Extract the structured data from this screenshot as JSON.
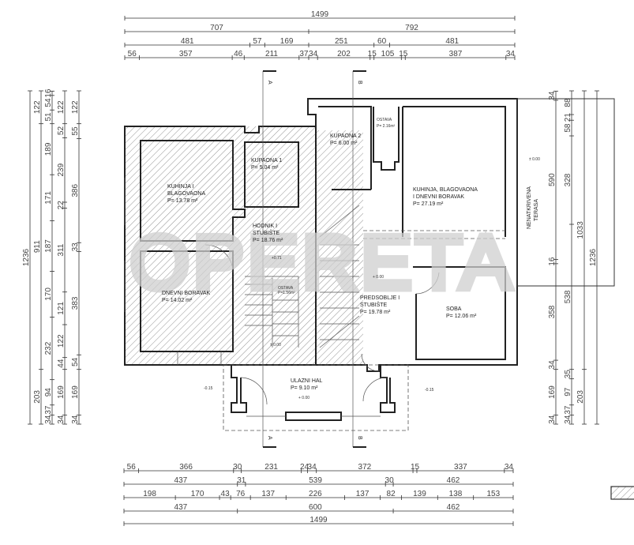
{
  "plan": {
    "watermark": "OPERETA",
    "section_a": "A",
    "section_b": "B",
    "rooms": {
      "kuhinja_left": {
        "name1": "KUHINJA I",
        "name2": "BLAGOVAONA",
        "area": "P= 13.78 m²"
      },
      "kupaona1": {
        "name1": "KUPAONA 1",
        "area": "P= 5.04 m²"
      },
      "hodnik": {
        "name1": "HODNIK I",
        "name2": "STUBIŠTE",
        "area": "P= 18.76 m²"
      },
      "ostava_left": {
        "name1": "OSTAVA",
        "area": "P=1.56m²"
      },
      "dnevni": {
        "name1": "DNEVNI BORAVAK",
        "area": "P= 14.02 m²"
      },
      "ulazni": {
        "name1": "ULAZNI HAL",
        "area": "P= 9.10 m²"
      },
      "kupaona2": {
        "name1": "KUPAONA 2",
        "area": "P= 6.00 m²"
      },
      "ostava_right": {
        "name1": "OSTAVA",
        "area": "P= 2.16m²"
      },
      "kuhinja_right": {
        "name1": "KUHINJA, BLAGOVAONA",
        "name2": "I DNEVNI BORAVAK",
        "area": "P= 27.19 m²"
      },
      "predsoblje": {
        "name1": "PREDSOBLJE I",
        "name2": "STUBIŠTE",
        "area": "P= 19.78 m²"
      },
      "soba": {
        "name1": "SOBA",
        "area": "P= 12.06 m²"
      },
      "terasa": {
        "name1": "NENATKRIVENA",
        "name2": "TERASA"
      }
    },
    "levels": [
      "± 0.00",
      "-0.15",
      "+ 0.00",
      "-0.15",
      "+ 0.00",
      "± 0.00",
      "+0.71",
      "± 0.00"
    ]
  },
  "dimensions": {
    "top": [
      [
        "1499"
      ],
      [
        "707",
        "792"
      ],
      [
        "481",
        "57",
        "169",
        "251",
        "60",
        "481"
      ],
      [
        "56",
        "357",
        "46",
        "211",
        "37",
        "34",
        "202",
        "15",
        "105",
        "15",
        "387",
        "34"
      ]
    ],
    "bottom": [
      [
        "56",
        "366",
        "30",
        "231",
        "24",
        "34",
        "372",
        "15",
        "337",
        "34"
      ],
      [
        "437",
        "31",
        "539",
        "30",
        "462"
      ],
      [
        "198",
        "170",
        "43",
        "76",
        "137",
        "226",
        "137",
        "82",
        "139",
        "138",
        "153"
      ],
      [
        "437",
        "600",
        "462"
      ],
      [
        "1499"
      ]
    ],
    "left": [
      [
        "1236"
      ],
      [
        "122",
        "911",
        "203"
      ],
      [
        "16",
        "54",
        "51",
        "189",
        "171",
        "187",
        "170",
        "232",
        "94",
        "37",
        "34"
      ],
      [
        "122",
        "52",
        "239",
        "22",
        "311",
        "121",
        "122",
        "44",
        "169",
        "34"
      ],
      [
        "122",
        "55",
        "386",
        "33",
        "383",
        "54",
        "169",
        "34"
      ]
    ],
    "right": [
      [
        "34",
        "590",
        "16",
        "358",
        "34",
        "169",
        "34"
      ],
      [
        "88",
        "21",
        "58",
        "328",
        "538",
        "35",
        "97",
        "37",
        "34"
      ],
      [
        "1033",
        "203"
      ],
      [
        "1236"
      ]
    ]
  }
}
